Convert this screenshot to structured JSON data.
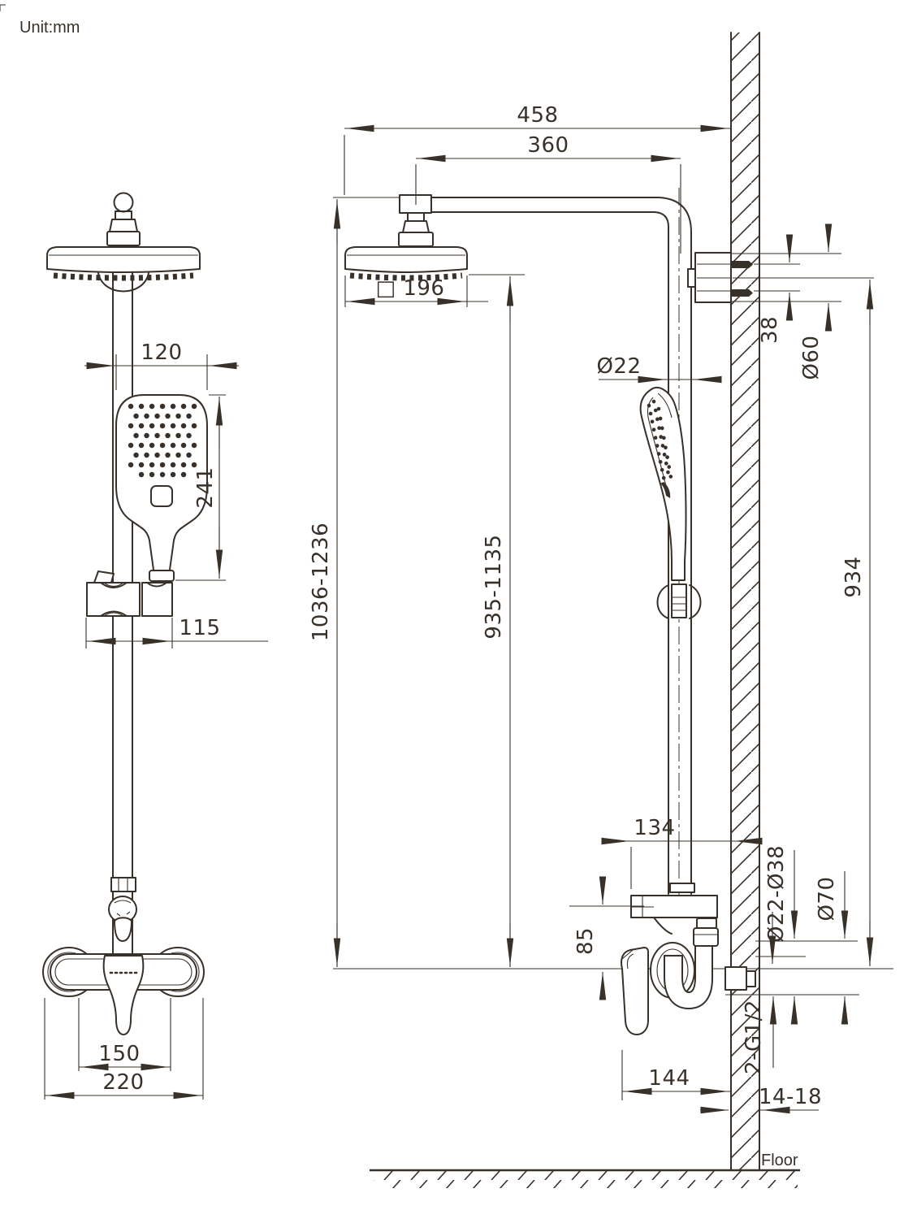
{
  "drawing": {
    "unit_label": "Unit:mm",
    "floor_label": "Floor"
  },
  "dims": {
    "hand_width": "120",
    "hand_height": "241",
    "slider_width": "115",
    "mixer_centers": "150",
    "mixer_width": "220",
    "arm_reach": "458",
    "arm_length": "360",
    "head_size": "□ 196",
    "riser_range": "1036-1236",
    "head_range": "935-1135",
    "mount_height": "934",
    "mount_depth": "38",
    "mount_dia": "Ø60",
    "pipe_dia": "Ø22",
    "valve_offset": "134",
    "valve_drop": "85",
    "conn_dia": "Ø22-Ø38",
    "escutcheon_dia": "Ø70",
    "thread": "2-G1/2",
    "spout_reach": "144",
    "wall_thickness": "14-18"
  },
  "colors": {
    "ink": "#38312a",
    "paper": "#ffffff"
  }
}
